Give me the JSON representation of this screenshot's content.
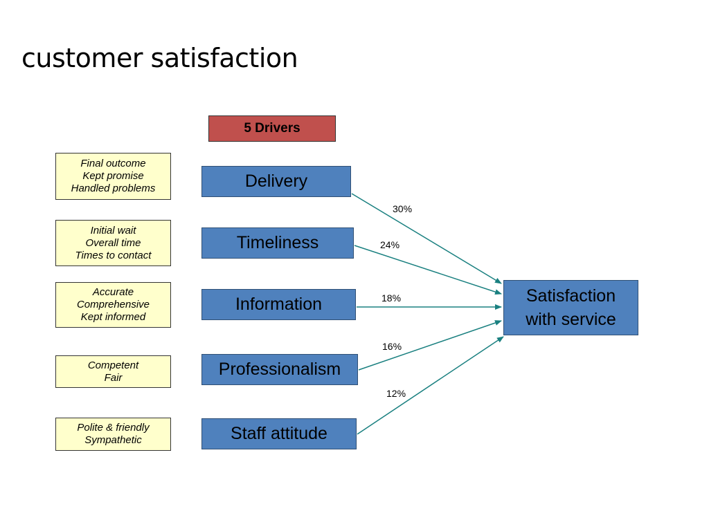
{
  "title": "customer satisfaction",
  "header": "5 Drivers",
  "attributes": [
    [
      "Final outcome",
      "Kept promise",
      "Handled problems"
    ],
    [
      "Initial wait",
      "Overall time",
      "Times to contact"
    ],
    [
      "Accurate",
      "Comprehensive",
      "Kept informed"
    ],
    [
      "Competent",
      "Fair"
    ],
    [
      "Polite & friendly",
      "Sympathetic"
    ]
  ],
  "drivers": [
    {
      "label": "Delivery",
      "weight": "30%"
    },
    {
      "label": "Timeliness",
      "weight": "24%"
    },
    {
      "label": "Information",
      "weight": "18%"
    },
    {
      "label": "Professionalism",
      "weight": "16%"
    },
    {
      "label": "Staff attitude",
      "weight": "12%"
    }
  ],
  "outcome": [
    "Satisfaction",
    "with service"
  ],
  "colors": {
    "header": "#c0504d",
    "driver": "#4f81bd",
    "attribute": "#ffffcc",
    "arrow": "#1a8080"
  }
}
